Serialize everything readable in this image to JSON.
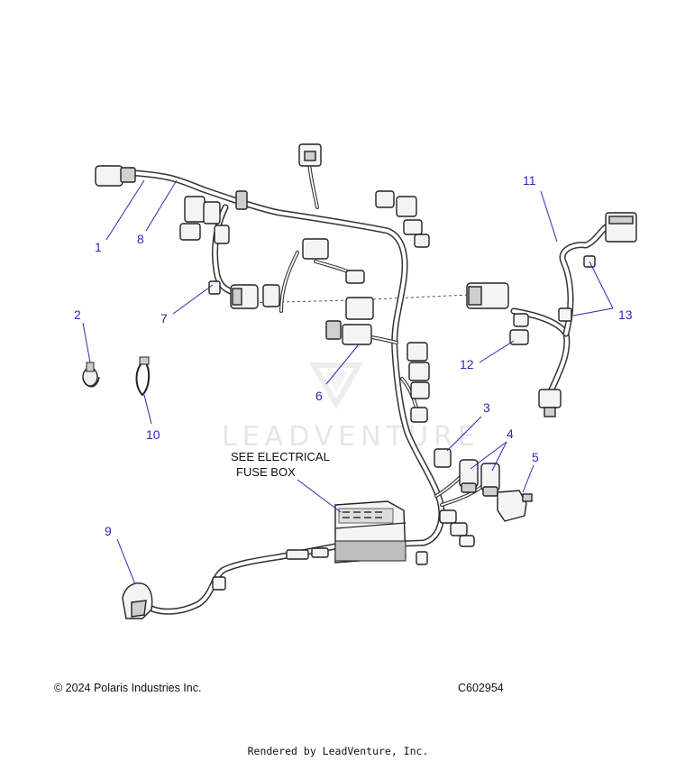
{
  "callouts": {
    "c1": "1",
    "c2": "2",
    "c3": "3",
    "c4": "4",
    "c5": "5",
    "c6": "6",
    "c7": "7",
    "c8": "8",
    "c9": "9",
    "c10": "10",
    "c11": "11",
    "c12": "12",
    "c13": "13"
  },
  "notes": {
    "fuse_box_line1": "SEE ELECTRICAL",
    "fuse_box_line2": "FUSE BOX"
  },
  "watermark": "LEADVENTURE",
  "footer": {
    "copyright": "© 2024 Polaris Industries Inc.",
    "diagram_code": "C602954",
    "rendered_by": "Rendered by LeadVenture, Inc."
  }
}
